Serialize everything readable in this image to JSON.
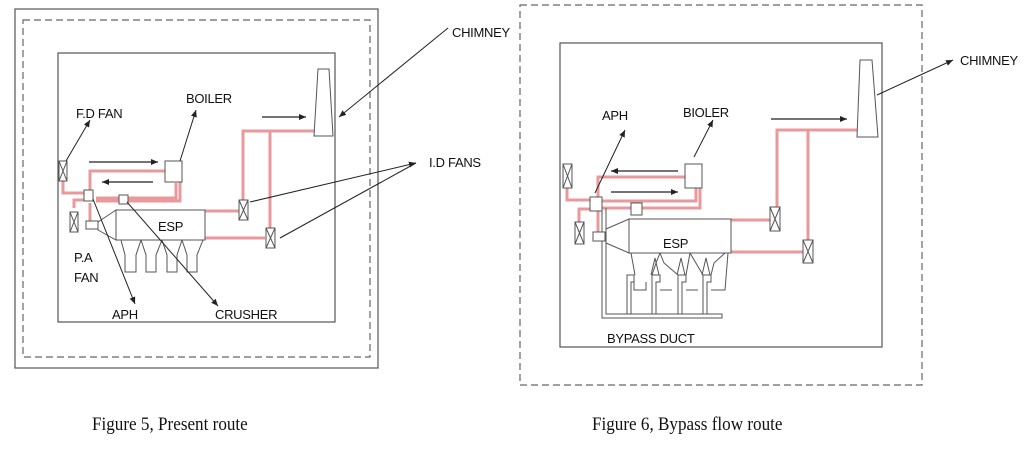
{
  "figures": [
    {
      "id": "figure-5",
      "caption": "Figure 5, Present route",
      "labels": {
        "chimney": "CHIMNEY",
        "fd_fan": "F.D FAN",
        "boiler": "BOILER",
        "id_fans": "I.D FANS",
        "esp": "ESP",
        "pa_fan_line1": "P.A",
        "pa_fan_line2": "FAN",
        "aph": "APH",
        "crusher": "CRUSHER"
      }
    },
    {
      "id": "figure-6",
      "caption": "Figure 6, Bypass flow route",
      "labels": {
        "chimney": "CHIMNEY",
        "aph": "APH",
        "boiler": "BIOLER",
        "esp": "ESP",
        "bypass_duct": "BYPASS DUCT"
      }
    }
  ],
  "colors": {
    "duct": "#e8999c",
    "outline": "#555555",
    "arrow": "#222222"
  }
}
